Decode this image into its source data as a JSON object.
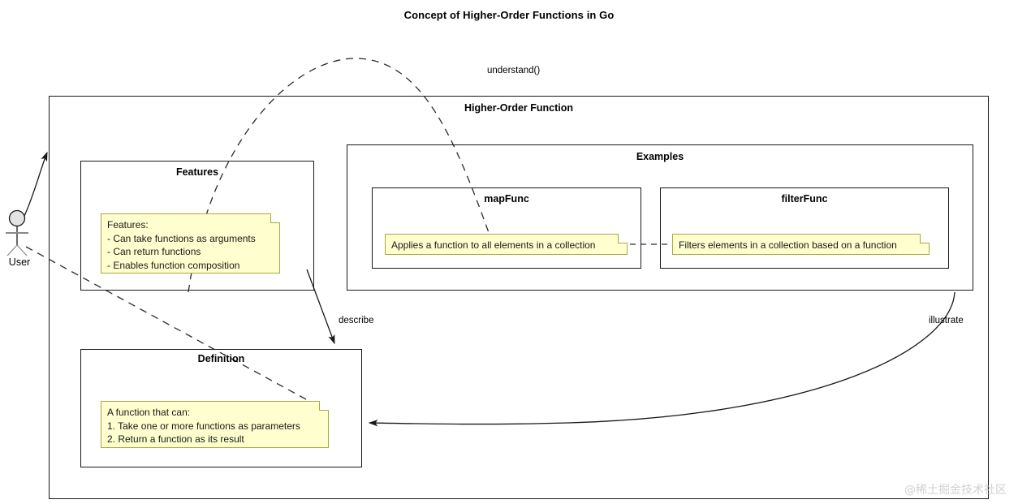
{
  "diagram": {
    "title": "Concept of Higher-Order Functions in Go",
    "type": "uml-component-diagram",
    "watermark": "@稀土掘金技术社区",
    "colors": {
      "stroke": "#181818",
      "note_fill": "#FEFECE",
      "note_border": "#A9A941",
      "background": "#FFFFFF",
      "actor_fill": "#E3E3E3",
      "watermark": "#D2D2D2"
    }
  },
  "actor": {
    "name": "User",
    "label": "User"
  },
  "packages": {
    "higher_order_function": {
      "title": "Higher-Order Function"
    },
    "features": {
      "title": "Features",
      "note": "Features:\n- Can take functions as arguments\n- Can return functions\n- Enables function composition"
    },
    "definition": {
      "title": "Definition",
      "note": "A function that can:\n1. Take one or more functions as parameters\n2. Return a function as its result"
    },
    "examples": {
      "title": "Examples",
      "map_func": {
        "title": "mapFunc",
        "note": "Applies a function to all elements in a collection"
      },
      "filter_func": {
        "title": "filterFunc",
        "note": "Filters elements in a collection based on a function"
      }
    }
  },
  "edges": {
    "understand": "understand()",
    "describe": "describe",
    "illustrate": "illustrate"
  }
}
